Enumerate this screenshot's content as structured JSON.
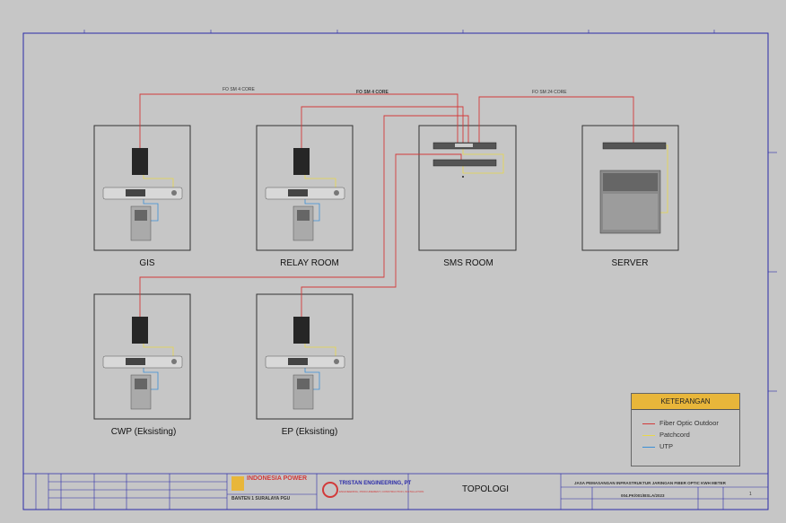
{
  "rooms": {
    "gis": "GIS",
    "relay": "RELAY ROOM",
    "sms": "SMS ROOM",
    "server": "SERVER",
    "cwp": "CWP (Eksisting)",
    "ep": "EP (Eksisting)"
  },
  "cables": {
    "c1": "FO SM 4 CORE",
    "c2": "FO SM 4 CORE",
    "c3": "FO SM 24 CORE"
  },
  "legend": {
    "title": "KETERANGAN",
    "items": [
      {
        "label": "Fiber Optic Outdoor",
        "color": "#d23a3a"
      },
      {
        "label": "Patchcord",
        "color": "#e8d84a"
      },
      {
        "label": "UTP",
        "color": "#3b8fd6"
      }
    ]
  },
  "title_block": {
    "company_logo": "INDONESIA POWER",
    "location": "BANTEN 1 SURALAYA PGU",
    "contractor": "TRISTAN ENGINEERING, PT",
    "contractor_sub": "ENGINEERING, PROCUREMENT, CONSTRUCTION, INSTALLATION",
    "drawing_title": "TOPOLOGI",
    "project": "JASA PEMASANGAN INFRASTRUKTUR JARINGAN FIBER OPTIC KWH METER",
    "doc_no": "004.PK/001/BSLA/2023",
    "sheet": "1"
  },
  "colors": {
    "fiber": "#d23a3a",
    "patch": "#e8d84a",
    "utp": "#3b8fd6",
    "frame": "#2b2ba8"
  }
}
